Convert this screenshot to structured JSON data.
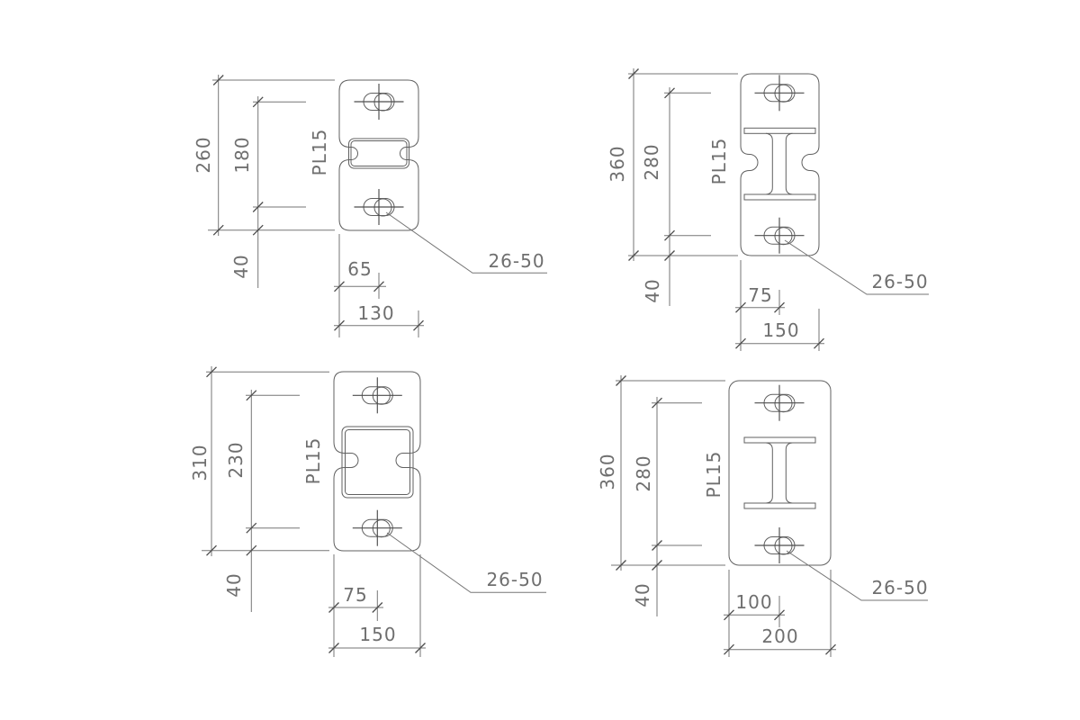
{
  "sheet": {
    "background": "#ffffff",
    "line_color": "#606060",
    "dim_color": "#767676",
    "text_color": "#6f6f6f"
  },
  "drawings": [
    {
      "position": "top-left",
      "section_type": "rectangular-tube-sleeve",
      "plate_label": "PL15",
      "leader_label": "26-50",
      "dims": {
        "overall_height": "260",
        "hole_spacing": "180",
        "bottom_offset": "40",
        "hole_inset": "65",
        "overall_width": "130"
      }
    },
    {
      "position": "top-right",
      "section_type": "i-beam-notched-plate",
      "plate_label": "PL15",
      "leader_label": "26-50",
      "dims": {
        "overall_height": "360",
        "hole_spacing": "280",
        "bottom_offset": "40",
        "hole_inset": "75",
        "overall_width": "150"
      }
    },
    {
      "position": "bottom-left",
      "section_type": "square-tube-sleeve",
      "plate_label": "PL15",
      "leader_label": "26-50",
      "dims": {
        "overall_height": "310",
        "hole_spacing": "230",
        "bottom_offset": "40",
        "hole_inset": "75",
        "overall_width": "150"
      }
    },
    {
      "position": "bottom-right",
      "section_type": "i-beam",
      "plate_label": "PL15",
      "leader_label": "26-50",
      "dims": {
        "overall_height": "360",
        "hole_spacing": "280",
        "bottom_offset": "40",
        "hole_inset": "100",
        "overall_width": "200"
      }
    }
  ]
}
